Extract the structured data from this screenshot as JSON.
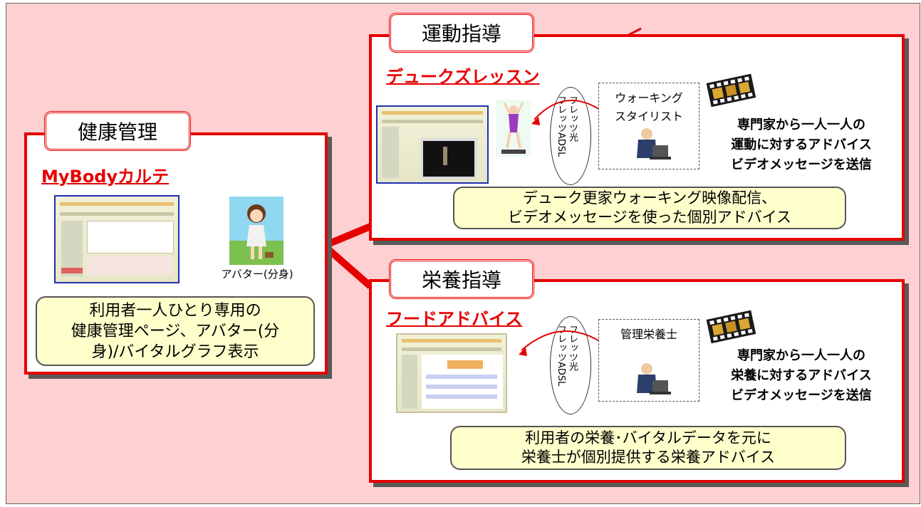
{
  "health": {
    "tab_label": "健康管理",
    "service_name": "MyBodyカルテ",
    "avatar_caption": "アバター(分身)",
    "description": [
      "利用者一人ひとり専用の",
      "健康管理ページ、アバター(分",
      "身)/バイタルグラフ表示"
    ]
  },
  "exercise": {
    "tab_label": "運動指導",
    "service_name": "デュークズレッスン",
    "network_label": "フレッツ光\nフレッツADSL",
    "expert_label": [
      "ウォーキング",
      "スタイリスト"
    ],
    "advice": [
      "専門家から一人一人の",
      "運動に対するアドバイス",
      "ビデオメッセージを送信"
    ],
    "description": [
      "デューク更家ウォーキング映像配信、",
      "ビデオメッセージを使った個別アドバイス"
    ]
  },
  "nutrition": {
    "tab_label": "栄養指導",
    "service_name": "フードアドバイス",
    "network_label": "フレッツ光\nフレッツADSL",
    "expert_label": "管理栄養士",
    "advice": [
      "専門家から一人一人の",
      "栄養に対するアドバイス",
      "ビデオメッセージを送信"
    ],
    "description": [
      "利用者の栄養･バイタルデータを元に",
      "栄養士が個別提供する栄養アドバイス"
    ]
  },
  "colors": {
    "accent": "#e60000",
    "background": "#fdd0d2",
    "callout": "#ffffcc"
  }
}
